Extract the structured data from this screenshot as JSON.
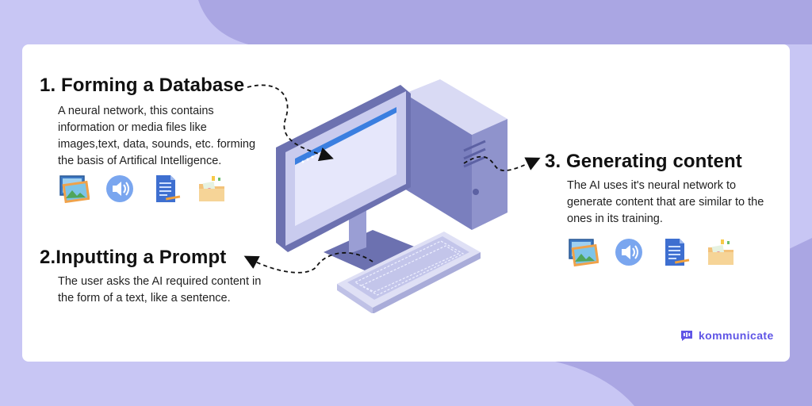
{
  "steps": [
    {
      "heading": "1. Forming a Database",
      "description_lines": [
        "A neural network, this contains",
        "information or media files like",
        "images,text, data, sounds, etc. forming",
        "the basis of Artifical Intelligence."
      ]
    },
    {
      "heading": "2.Inputting a Prompt",
      "description_lines": [
        "The user asks the AI required content in",
        "the form of a text, like a sentence."
      ]
    },
    {
      "heading": "3. Generating content",
      "description_lines": [
        "The AI uses it's neural network to",
        "generate content that are similar to the",
        "ones in its training."
      ]
    }
  ],
  "media_icons": [
    "image-icon",
    "sound-icon",
    "document-icon",
    "folder-icon"
  ],
  "logo": {
    "text": "kommunicate",
    "color": "#5f55e6"
  },
  "colors": {
    "background": "#c8c6f4",
    "background_blob": "#aaa6e3",
    "card": "#ffffff",
    "computer_body": "#7b7fbd",
    "computer_light": "#c9cbee",
    "screen_accent": "#3b7fe0"
  }
}
